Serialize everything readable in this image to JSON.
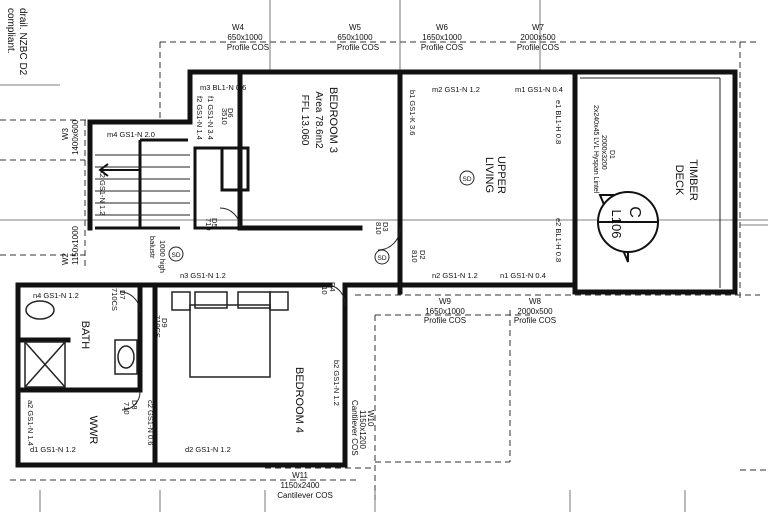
{
  "page": {
    "notes_topleft": [
      "drail. NZBC D2",
      "compliant."
    ],
    "callout": {
      "letter": "C",
      "ref": "L106"
    }
  },
  "windows": {
    "w4": {
      "id": "W4",
      "size": "650x1000",
      "note": "Profile COS"
    },
    "w5": {
      "id": "W5",
      "size": "650x1000",
      "note": "Profile COS"
    },
    "w6": {
      "id": "W6",
      "size": "1650x1000",
      "note": "Profile COS"
    },
    "w7": {
      "id": "W7",
      "size": "2000x500",
      "note": "Profile COS"
    },
    "w3": {
      "id": "W3",
      "size": "1400x600"
    },
    "w2": {
      "id": "W2",
      "size": "1150x1000"
    },
    "w9": {
      "id": "W9",
      "size": "1650x1000",
      "note": "Profile COS"
    },
    "w8": {
      "id": "W8",
      "size": "2000x500",
      "note": "Profile COS"
    },
    "w10": {
      "id": "W10",
      "size": "1150x1200",
      "note": "Cantilever COS"
    },
    "w11": {
      "id": "W11",
      "size": "1150x2400",
      "note": "Cantilever COS"
    }
  },
  "rooms": {
    "bedroom3": {
      "name": "BEDROOM 3",
      "area": "Area 78.6m2",
      "ffl": "FFL 13.060"
    },
    "upper_living": {
      "line1": "UPPER",
      "line2": "LIVING"
    },
    "timber_deck": {
      "line1": "TIMBER",
      "line2": "DECK"
    },
    "bedroom4": {
      "name": "BEDROOM 4"
    },
    "bath": {
      "name": "BATH"
    },
    "wwr": {
      "name": "WWR"
    }
  },
  "walls": {
    "m3": "m3 BL1-N 0.6",
    "m4": "m4 GS1-N 2.0",
    "m2": "m2 GS1-N 1.2",
    "m1": "m1 GS1-N 0.4",
    "b1": "b1 GS1-K 3.6",
    "e1": "e1 BL1-H 0.8",
    "e2": "e2 BL1-H 0.8",
    "n2": "n2 GS1-N 1.2",
    "n1": "n1 GS1-N 0.4",
    "n3": "n3 GS1-N 1.2",
    "n4": "n4 GS1-N 1.2",
    "b2": "b2 GS1-N 1.2",
    "c2": "c2 GS1-N 0.6",
    "d2": "d2 GS1-N 1.2",
    "d1": "d1 GS1-N 1.2",
    "a2": "a2 GS1-N 1.4",
    "f2": "f2 GS1-N 1.4",
    "k2": "k2 GS1-N 1.2",
    "f1": "f1 GS1-N 3.4"
  },
  "doors": {
    "d6": {
      "id": "D6",
      "size": "3510"
    },
    "d5": {
      "id": "D5",
      "size": "710"
    },
    "d3": {
      "id": "D3",
      "size": "810"
    },
    "d2": {
      "id": "D2",
      "size": "810"
    },
    "d4": {
      "id": "D4",
      "size": "810"
    },
    "d7": {
      "id": "D7",
      "size": "710CS"
    },
    "d9": {
      "id": "D9",
      "size": "710CS"
    },
    "d8": {
      "id": "D8",
      "size": "710"
    }
  },
  "annotations": {
    "deck_d1": "D1",
    "deck_dims": "2000x3200",
    "deck_lvl": "2x240x45 LVL Hyspan Lintel",
    "balustrade_1": "1000 high",
    "balustrade_2": "balustr",
    "sd_tag_1": "SD",
    "sd_tag_2": "SD",
    "sd_tag_3": "SD"
  }
}
